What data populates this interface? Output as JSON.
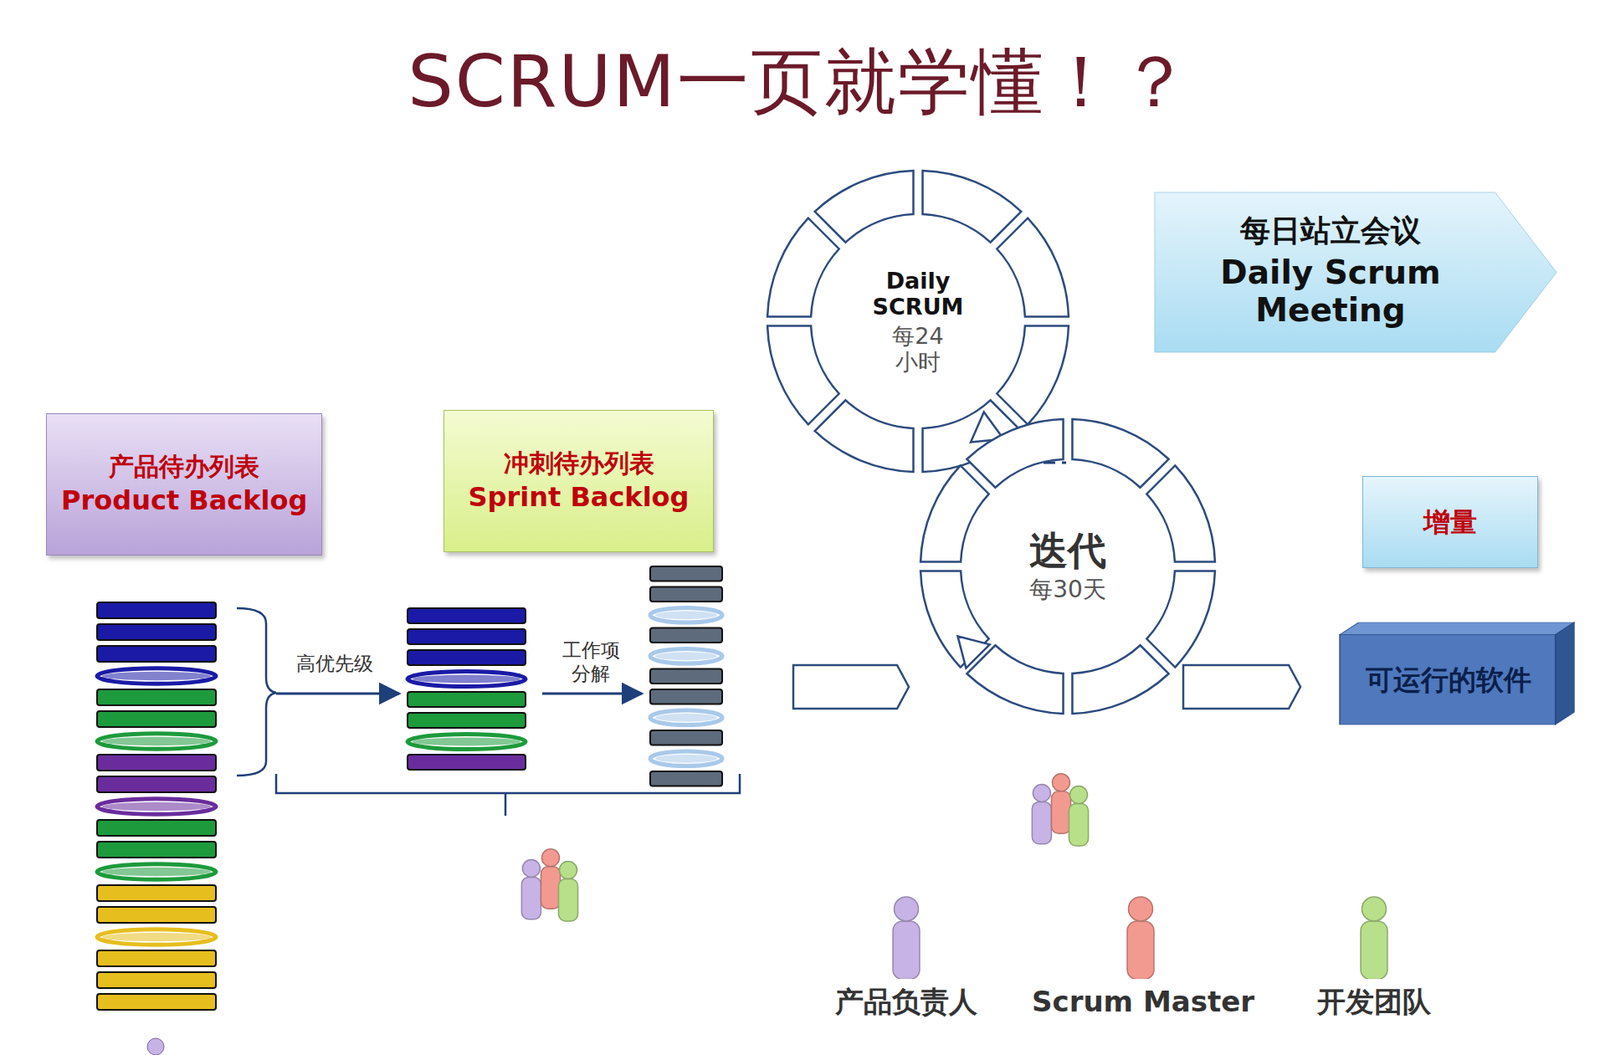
{
  "diagram": {
    "title": "SCRUM一页就学懂！？",
    "nodes": [
      {
        "text": [
          "产品待办列表",
          "Product Backlog"
        ]
      },
      {
        "text": [
          "冲刺待办列表",
          "Sprint Backlog"
        ]
      },
      {
        "text": [
          "Daily SCRUM",
          "每24小时"
        ]
      },
      {
        "text": [
          "每日站立会议",
          "Daily Scrum Meeting"
        ]
      },
      {
        "text": [
          "迭代",
          "每30天"
        ]
      },
      {
        "text": [
          "增量"
        ]
      },
      {
        "text": [
          "可运行的软件"
        ]
      }
    ],
    "labels": [
      "高优先级",
      "工作项分解"
    ],
    "legend": [
      {
        "text": "产品负责人"
      },
      {
        "text": "Scrum Master"
      },
      {
        "text": "开发团队"
      }
    ]
  }
}
